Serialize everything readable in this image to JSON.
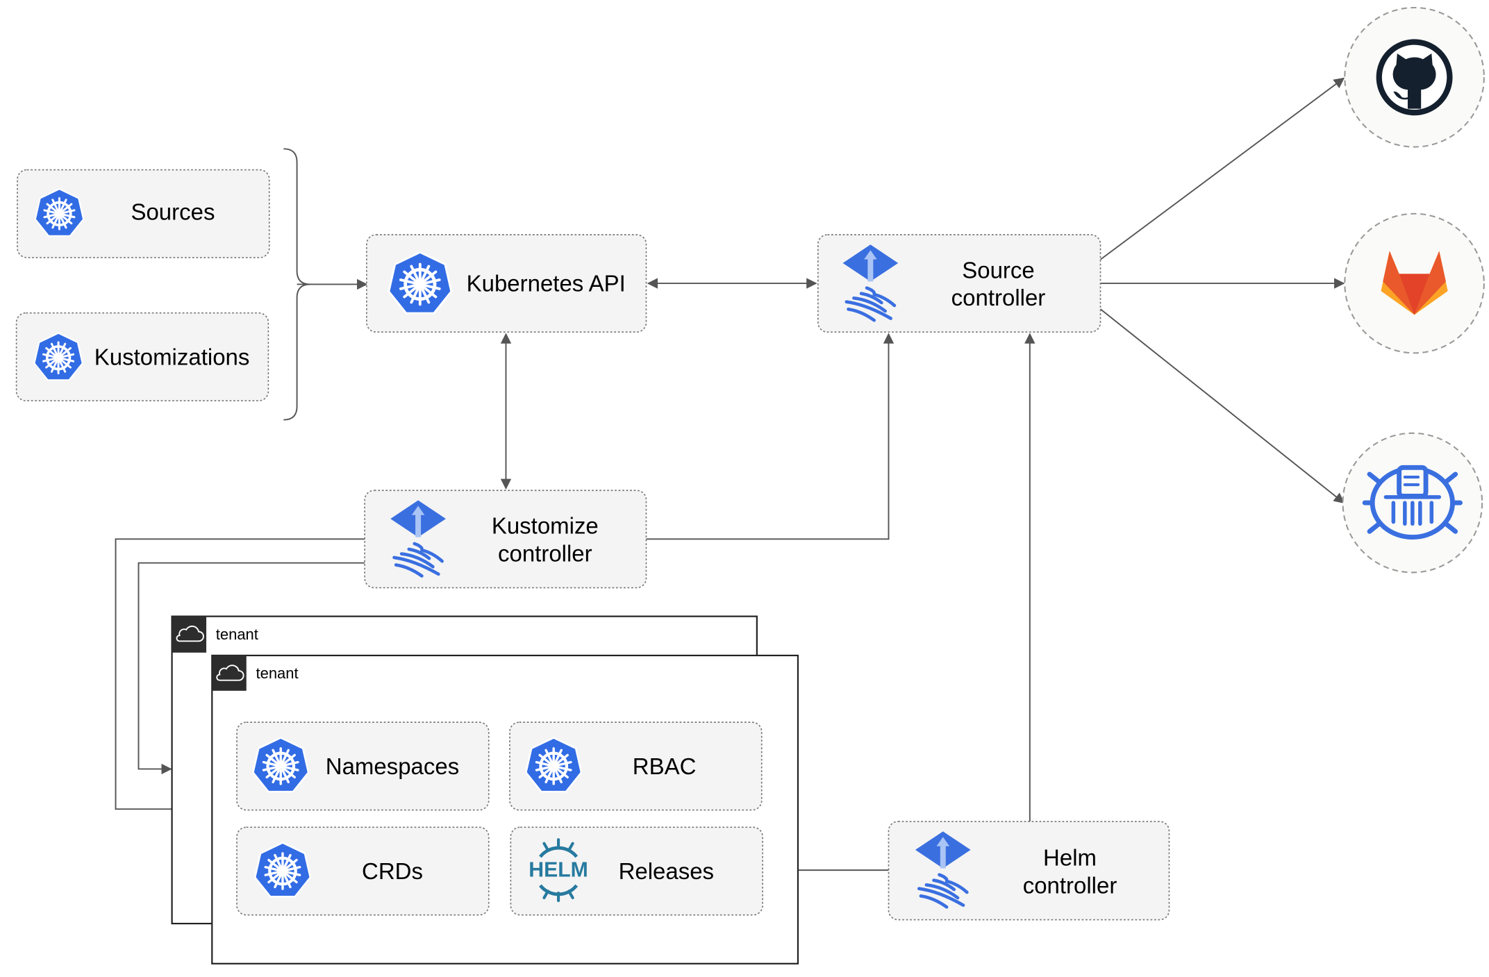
{
  "colors": {
    "kubernetes_blue": "#326ce5",
    "flux_blue": "#3a6fe0",
    "edge": "#555555",
    "box_fill": "#f4f4f4",
    "gitlab_orange": "#e9592b",
    "github_dark": "#14202e"
  },
  "sources_box": {
    "label": "Sources",
    "icon": "kubernetes-icon"
  },
  "kustomizations_box": {
    "label": "Kustomizations",
    "icon": "kubernetes-icon"
  },
  "kubernetes_api": {
    "label": "Kubernetes API",
    "icon": "kubernetes-icon"
  },
  "source_controller": {
    "line1": "Source",
    "line2": "controller",
    "icon": "flux-icon"
  },
  "kustomize_controller": {
    "line1": "Kustomize",
    "line2": "controller",
    "icon": "flux-icon"
  },
  "helm_controller": {
    "line1": "Helm",
    "line2": "controller",
    "icon": "flux-icon"
  },
  "tenants": [
    {
      "label": "tenant",
      "icon": "cloud-icon"
    },
    {
      "label": "tenant",
      "icon": "cloud-icon"
    }
  ],
  "tenant_resources": {
    "namespaces": "Namespaces",
    "rbac": "RBAC",
    "crds": "CRDs",
    "releases": "Releases",
    "helm_logo": "HELM"
  },
  "external_sources": [
    "github-icon",
    "gitlab-icon",
    "harbor-icon"
  ]
}
